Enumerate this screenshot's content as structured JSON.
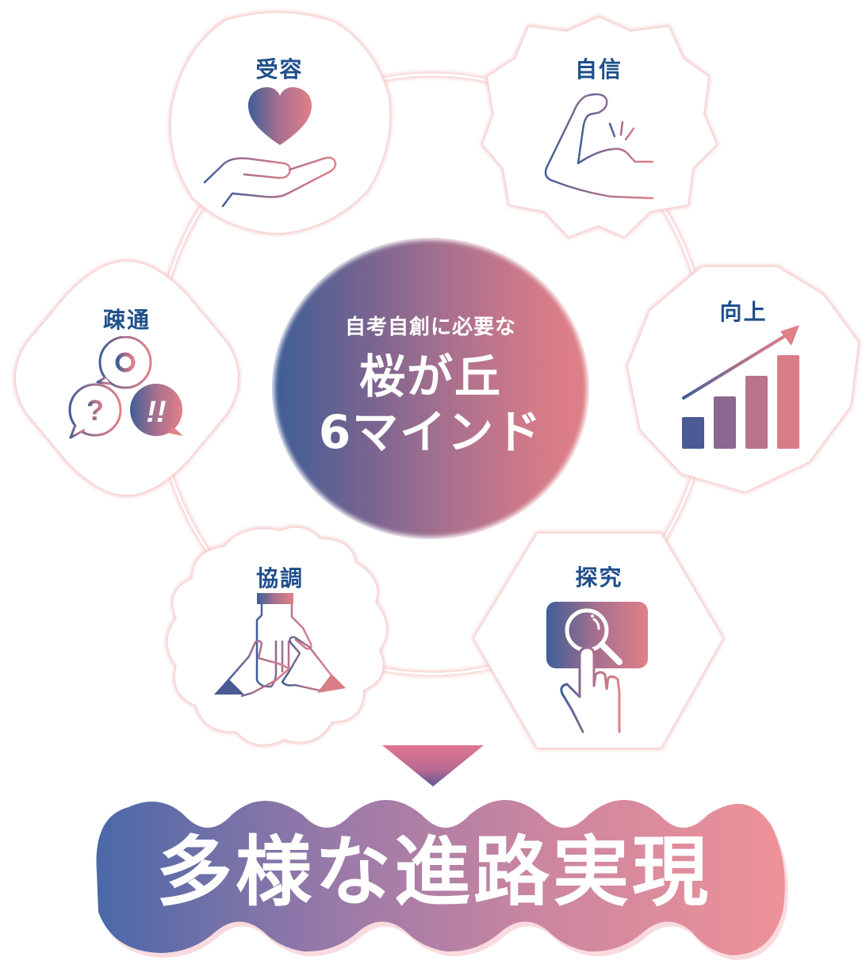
{
  "center": {
    "subtitle": "自考自創に必要な",
    "title_line1": "桜が丘",
    "title_line2": "6マインド"
  },
  "minds": [
    {
      "id": "juyou",
      "label": "受容",
      "icon": "heart-in-hand-icon"
    },
    {
      "id": "jishin",
      "label": "自信",
      "icon": "flexed-arm-icon"
    },
    {
      "id": "sotsuu",
      "label": "疎通",
      "icon": "speech-bubbles-icon"
    },
    {
      "id": "koujou",
      "label": "向上",
      "icon": "bar-chart-up-icon"
    },
    {
      "id": "kyouchou",
      "label": "協調",
      "icon": "stacked-hands-icon"
    },
    {
      "id": "tankyuu",
      "label": "探究",
      "icon": "magnifier-touch-icon"
    }
  ],
  "outcome": {
    "label": "多様な進路実現"
  },
  "colors": {
    "label_blue": "#1f4f8a",
    "gradient_start": "#3e5e96",
    "gradient_mid": "#a8708e",
    "gradient_end": "#e08088",
    "outline_pink": "#f4c4c4"
  }
}
